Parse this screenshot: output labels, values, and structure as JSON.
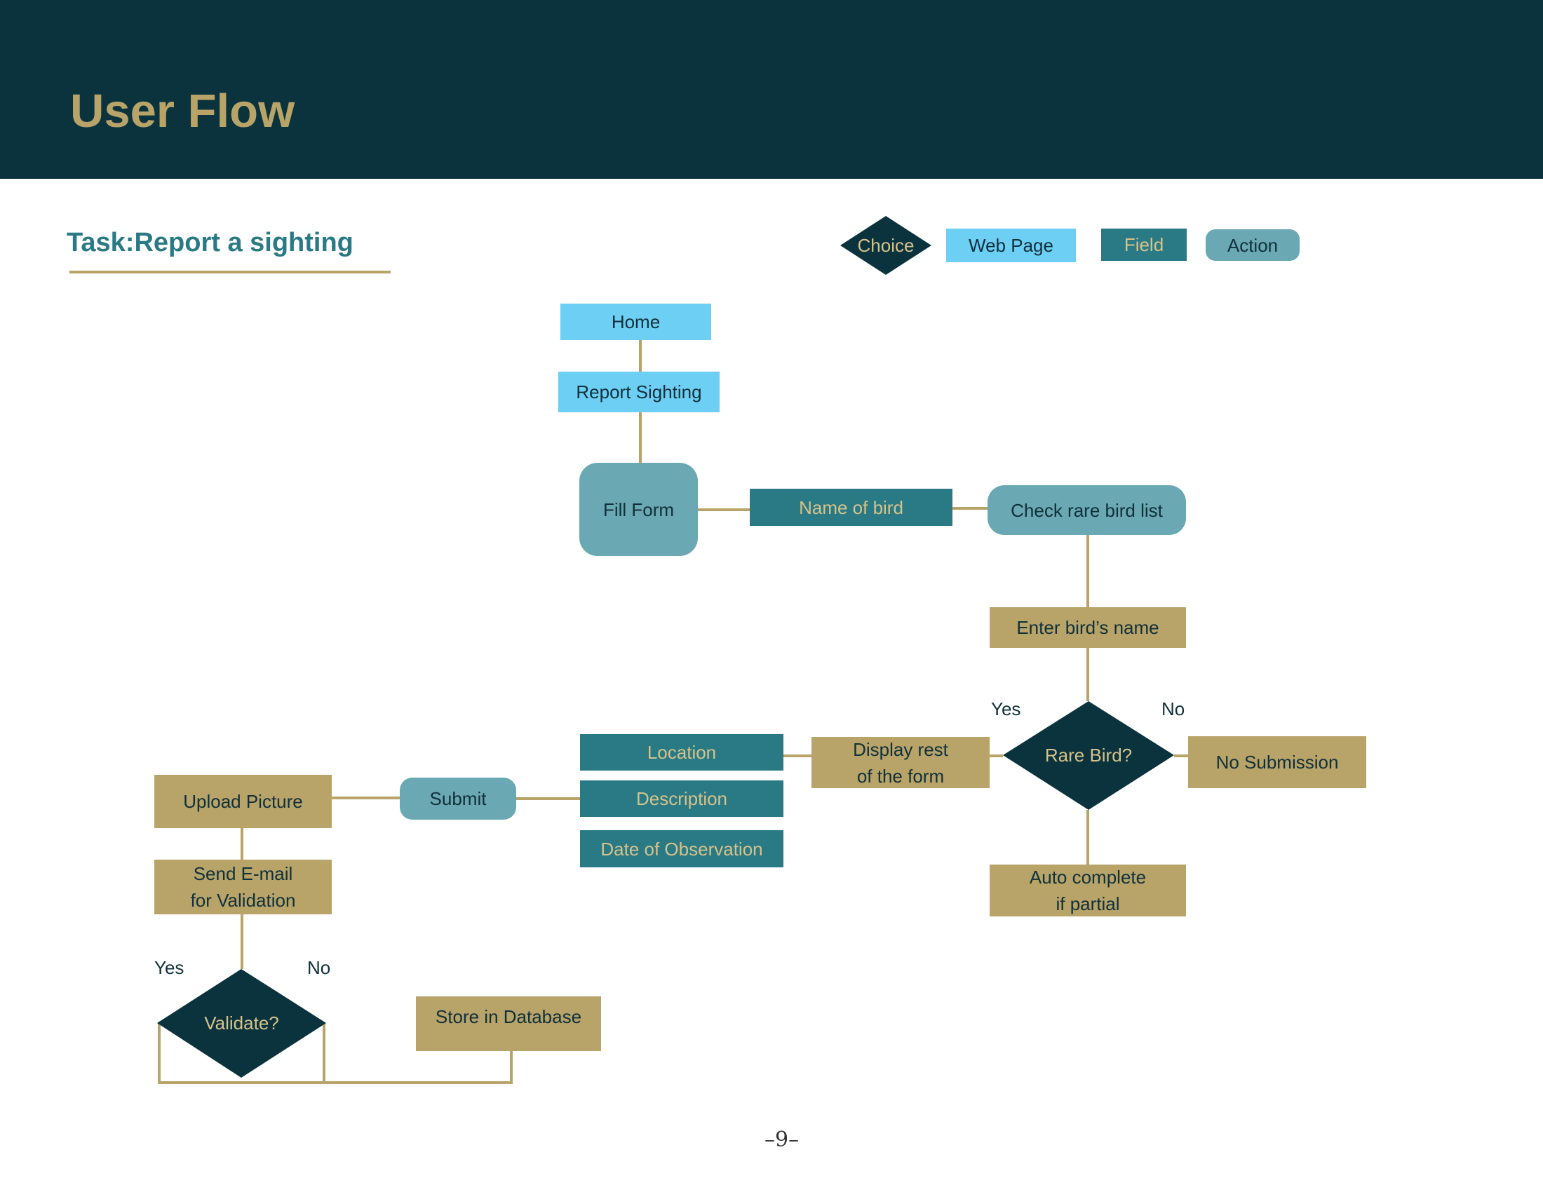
{
  "title": "User Flow",
  "task": "Task:Report a sighting",
  "legend": {
    "choice": "Choice",
    "web_page": "Web Page",
    "field": "Field",
    "action": "Action"
  },
  "nodes": {
    "home": "Home",
    "report_sighting": "Report Sighting",
    "fill_form": "Fill Form",
    "name_of_bird": "Name of bird",
    "check_rare_bird_list": "Check rare bird list",
    "enter_birds_name": "Enter bird’s name",
    "rare_bird": "Rare Bird?",
    "no_submission": "No Submission",
    "auto_complete": "Auto complete\nif partial",
    "display_rest": "Display rest\nof the form",
    "location": "Location",
    "description": "Description",
    "date_of_observation": "Date of Observation",
    "submit": "Submit",
    "upload_picture": "Upload Picture",
    "send_email": "Send E-mail\nfor Validation",
    "validate": "Validate?",
    "store_in_database": "Store in Database"
  },
  "branches": {
    "rare_yes": "Yes",
    "rare_no": "No",
    "validate_yes": "Yes",
    "validate_no": "No"
  },
  "page_number": "–9–",
  "colors": {
    "header": "#0b333d",
    "title": "#b8a369",
    "task": "#297a85",
    "web_page": "#6ecff5",
    "field": "#297a85",
    "action": "#6aa8b3",
    "process": "#b8a369",
    "choice": "#0b333d",
    "connector": "#b8a369"
  }
}
